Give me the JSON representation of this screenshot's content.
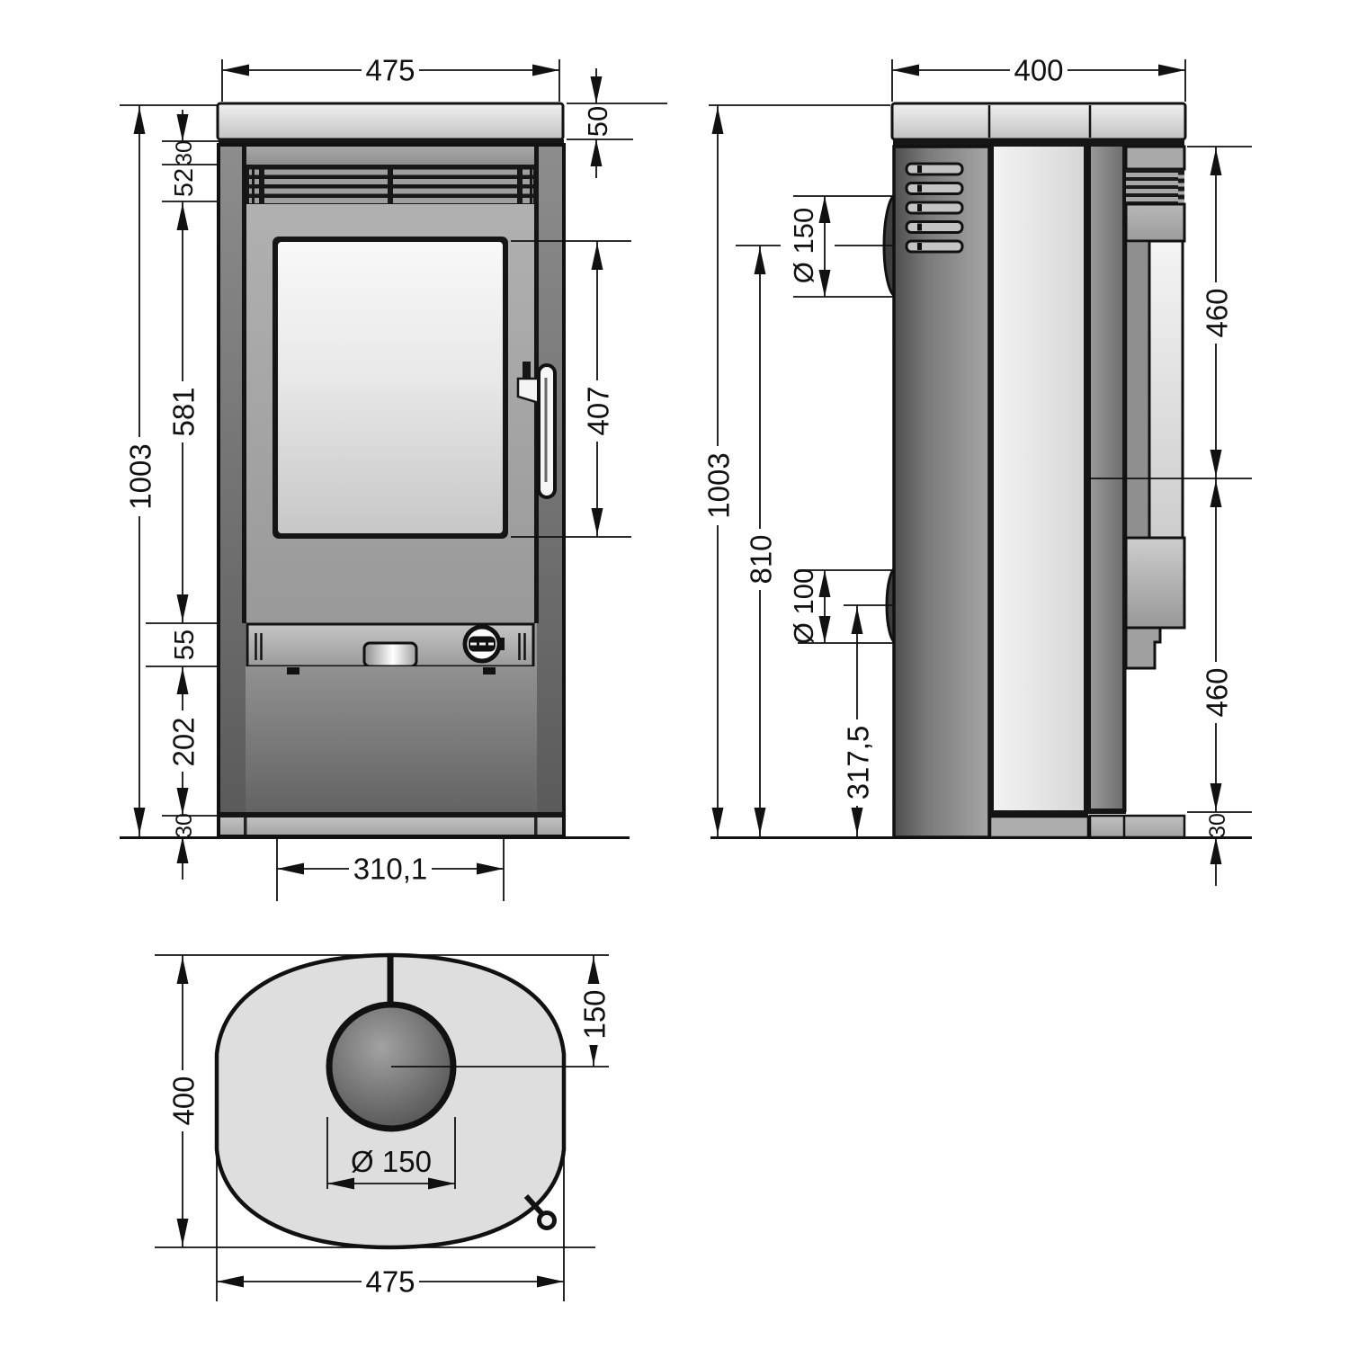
{
  "drawing": {
    "front": {
      "width": "475",
      "top_plate_h": "50",
      "top_offset": "30",
      "grille_h": "52",
      "body_h": "581",
      "height": "1003",
      "band_h": "55",
      "base_h": "202",
      "plinth_h": "30",
      "window_h": "407",
      "door_w": "310,1"
    },
    "side": {
      "depth": "400",
      "height": "1003",
      "flue_center_h": "810",
      "top_flue_d": "Ø 150",
      "rear_flue_d": "Ø 100",
      "rear_flue_h": "317,5",
      "upper_h": "460",
      "lower_h": "460",
      "plinth_h": "30"
    },
    "top": {
      "depth": "400",
      "flue_offset": "150",
      "flue_d": "Ø 150",
      "width": "475"
    }
  }
}
